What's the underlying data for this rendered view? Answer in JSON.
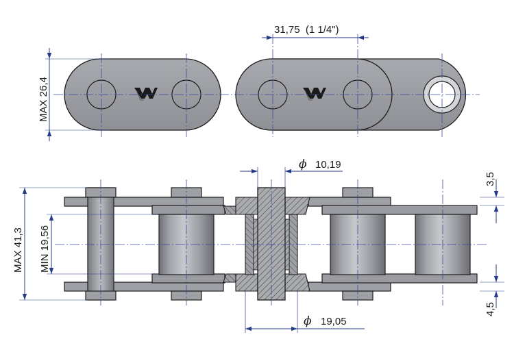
{
  "dimensions": {
    "pitch": "31,75  (1 1/4\")",
    "max_plate_height": "MAX 26,4",
    "max_width": "MAX 41,3",
    "min_inner_width": "MIN 19,56",
    "pin_diameter": "10,19",
    "roller_diameter": "19,05",
    "plate_thickness_top": "3,5",
    "plate_thickness_bottom": "4,5"
  },
  "symbols": {
    "diameter": "ϕ"
  },
  "colors": {
    "body": "#9a9ca2",
    "outline": "#1e1e1e",
    "dimension": "#243a8a",
    "centerline": "#3c4aa0"
  }
}
